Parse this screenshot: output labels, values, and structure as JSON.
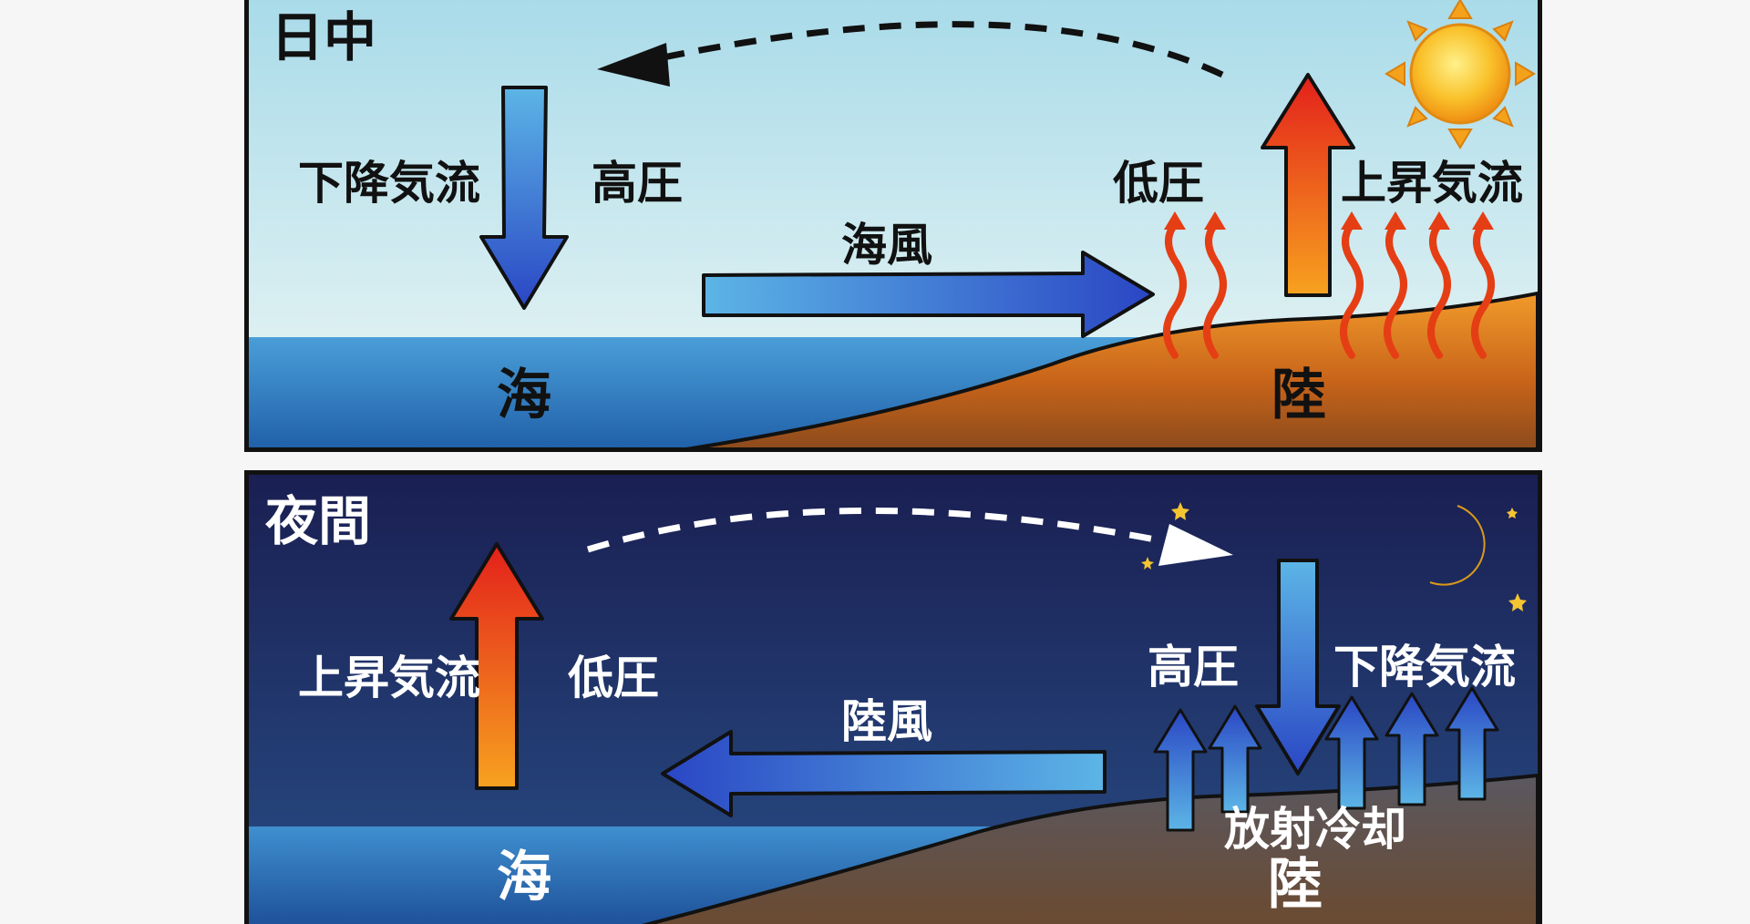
{
  "day": {
    "title": "日中",
    "descending": "下降気流",
    "pressure_sea": "高圧",
    "pressure_land": "低圧",
    "ascending": "上昇気流",
    "wind": "海風",
    "sea": "海",
    "land": "陸"
  },
  "night": {
    "title": "夜間",
    "ascending": "上昇気流",
    "pressure_sea": "低圧",
    "pressure_land": "高圧",
    "descending": "下降気流",
    "wind": "陸風",
    "cooling": "放射冷却",
    "sea": "海",
    "land": "陸"
  },
  "colors": {
    "day_sky": "#d8eef4",
    "sea": "#2f7fc6",
    "land_day": "#e07a1c",
    "night_sky": "#1c2558",
    "land_night": "#4a4a52",
    "cool_arrow": "#2f55c8",
    "warm_arrow": "#e8401a",
    "sun": "#f7a81b",
    "moon": "#f5c531"
  }
}
